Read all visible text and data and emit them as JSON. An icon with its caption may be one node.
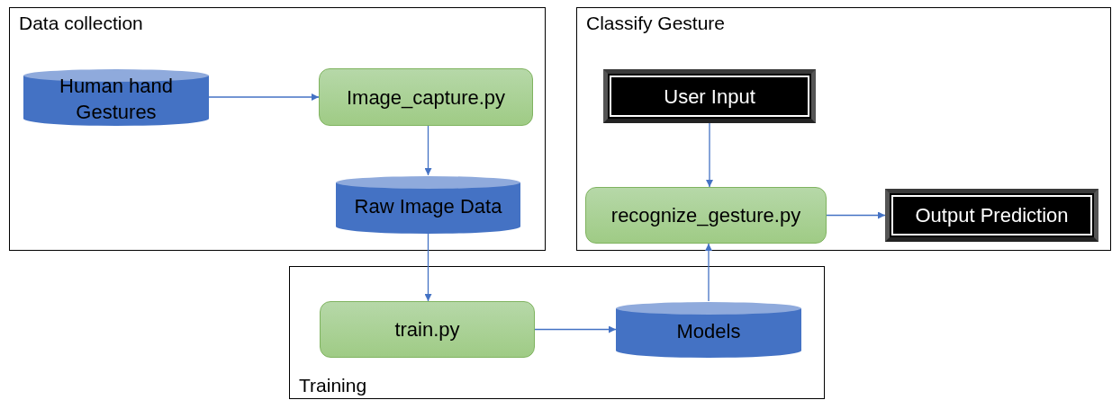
{
  "diagram": {
    "nodes": [
      {
        "text": [
          "Data collection"
        ]
      },
      {
        "text": [
          "Human hand Gestures"
        ],
        "in": 0
      },
      {
        "text": [
          "Image_capture.py"
        ],
        "in": 0
      },
      {
        "text": [
          "Raw Image Data"
        ],
        "in": 0
      },
      {
        "text": [
          "Classify Gesture"
        ]
      },
      {
        "text": [
          "User Input"
        ],
        "in": 4
      },
      {
        "text": [
          "recognize_gesture.py"
        ],
        "in": 4
      },
      {
        "text": [
          "Output Prediction"
        ],
        "in": 4
      },
      {
        "text": [
          "Training"
        ]
      },
      {
        "text": [
          "train.py"
        ],
        "in": 8
      },
      {
        "text": [
          "Models"
        ],
        "in": 8
      }
    ],
    "edges": [
      {
        "from": 1,
        "to": 2,
        "arrow": "to"
      },
      {
        "from": 2,
        "to": 3,
        "arrow": "to"
      },
      {
        "from": 3,
        "to": 9,
        "arrow": "to"
      },
      {
        "from": 9,
        "to": 10,
        "arrow": "to"
      },
      {
        "from": 10,
        "to": 6,
        "arrow": "to"
      },
      {
        "from": 5,
        "to": 6,
        "arrow": "to"
      },
      {
        "from": 6,
        "to": 7,
        "arrow": "to"
      }
    ]
  }
}
